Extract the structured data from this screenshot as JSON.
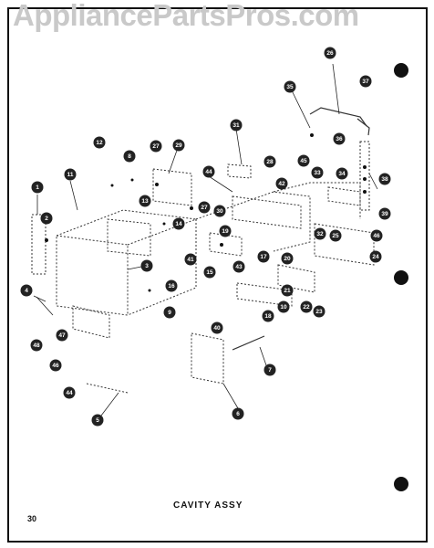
{
  "watermark": "AppliancePartsPros.com",
  "caption": "CAVITY ASSY",
  "page_number": "30",
  "callouts": [
    "1",
    "2",
    "3",
    "4",
    "5",
    "6",
    "7",
    "8",
    "9",
    "10",
    "11",
    "12",
    "13",
    "14",
    "15",
    "16",
    "17",
    "18",
    "19",
    "20",
    "21",
    "22",
    "23",
    "24",
    "25",
    "26",
    "27",
    "28",
    "29",
    "30",
    "31",
    "32",
    "33",
    "34",
    "35",
    "36",
    "37",
    "38",
    "39",
    "40",
    "41",
    "42",
    "43",
    "44",
    "45",
    "46",
    "47",
    "48"
  ]
}
